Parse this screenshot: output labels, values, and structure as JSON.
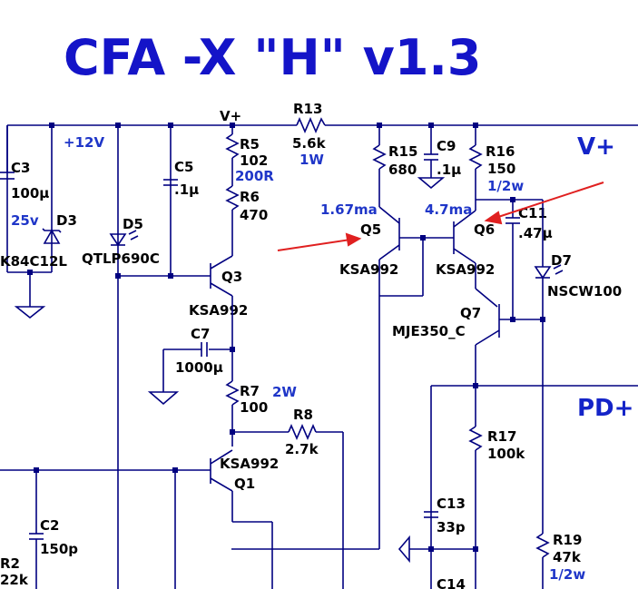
{
  "title": "CFA -X \"H\" v1.3",
  "rails": {
    "vplus_top": "V+",
    "vplus_right": "V+",
    "pd_plus": "PD+",
    "plus12": "+12V"
  },
  "components": {
    "R13": {
      "ref": "R13",
      "value": "5.6k",
      "note": "1W"
    },
    "C3": {
      "ref": "C3",
      "value": "100µ",
      "note": "25v"
    },
    "D3": {
      "ref": "D3",
      "value": "K84C12L"
    },
    "D5": {
      "ref": "D5",
      "value": "QTLP690C"
    },
    "C5": {
      "ref": "C5",
      "value": ".1µ"
    },
    "R5": {
      "ref": "R5",
      "value": "102",
      "note": "200R"
    },
    "R6": {
      "ref": "R6",
      "value": "470"
    },
    "Q3": {
      "ref": "Q3",
      "value": "KSA992"
    },
    "C7": {
      "ref": "C7",
      "value": "1000µ"
    },
    "R7": {
      "ref": "R7",
      "value": "100",
      "note": "2W"
    },
    "R8": {
      "ref": "R8",
      "value": "2.7k"
    },
    "Q1": {
      "ref": "Q1",
      "value": "KSA992"
    },
    "C2": {
      "ref": "C2",
      "value": "150p"
    },
    "R2": {
      "ref": "R2",
      "value": "22k"
    },
    "R15": {
      "ref": "R15",
      "value": "680"
    },
    "C9": {
      "ref": "C9",
      "value": ".1µ"
    },
    "R16": {
      "ref": "R16",
      "value": "150",
      "note": "1/2w"
    },
    "Q5": {
      "ref": "Q5",
      "value": "KSA992",
      "note": "1.67ma"
    },
    "Q6": {
      "ref": "Q6",
      "value": "KSA992",
      "note": "4.7ma"
    },
    "C11": {
      "ref": "C11",
      "value": ".47µ"
    },
    "D7": {
      "ref": "D7",
      "value": "NSCW100"
    },
    "Q7": {
      "ref": "Q7",
      "value": "MJE350_C"
    },
    "R17": {
      "ref": "R17",
      "value": "100k"
    },
    "C13": {
      "ref": "C13",
      "value": "33p"
    },
    "C14": {
      "ref": "C14"
    },
    "R19": {
      "ref": "R19",
      "value": "47k",
      "note": "1/2w"
    }
  }
}
